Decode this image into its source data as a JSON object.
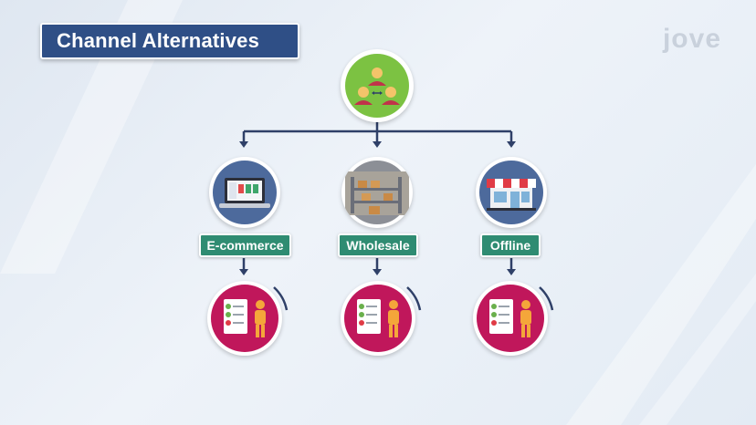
{
  "title": "Channel Alternatives",
  "logo": "jove",
  "colors": {
    "title_bg": "#2f4f86",
    "label_bg": "#2f8c72",
    "top_circle": "#7cc242",
    "bottom_circle": "#c0175b",
    "connector": "#2f4068"
  },
  "top_node": {
    "icon": "people-exchange-icon"
  },
  "channels": [
    {
      "label": "E-commerce",
      "icon": "laptop-store-icon",
      "result_icon": "checklist-person-icon"
    },
    {
      "label": "Wholesale",
      "icon": "warehouse-icon",
      "result_icon": "checklist-person-icon"
    },
    {
      "label": "Offline",
      "icon": "storefront-icon",
      "result_icon": "checklist-person-icon"
    }
  ]
}
